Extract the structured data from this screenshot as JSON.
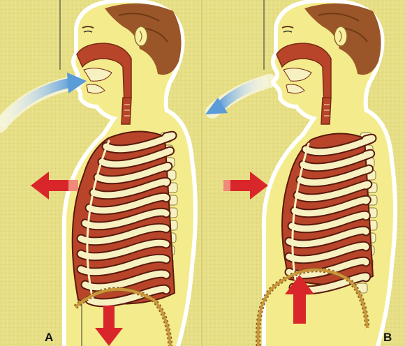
{
  "panels": [
    {
      "label": "A",
      "phase": "inhalation",
      "air_flow": "in",
      "ribcage_arrow": "outward",
      "diaphragm_arrow": "down"
    },
    {
      "label": "B",
      "phase": "exhalation",
      "air_flow": "out",
      "ribcage_arrow": "inward",
      "diaphragm_arrow": "up"
    }
  ],
  "colors": {
    "background": "#e9e18a",
    "skin": "#f4ec8c",
    "hair": "#9a5628",
    "lung": "#b8452a",
    "rib": "#f7f1c2",
    "red_arrow": "#d9262a",
    "air_arrow": "#6fa9dd"
  }
}
